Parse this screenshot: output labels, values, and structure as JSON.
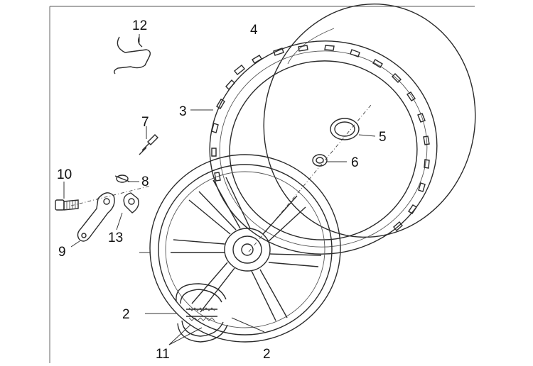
{
  "colors": {
    "line": "#2b2b2b",
    "background": "#ffffff",
    "label": "#111111"
  },
  "labels": [
    {
      "id": "callout-4",
      "text": "4"
    },
    {
      "id": "callout-12",
      "text": "12"
    },
    {
      "id": "callout-3",
      "text": "3"
    },
    {
      "id": "callout-5",
      "text": "5"
    },
    {
      "id": "callout-7",
      "text": "7"
    },
    {
      "id": "callout-6",
      "text": "6"
    },
    {
      "id": "callout-10",
      "text": "10"
    },
    {
      "id": "callout-8",
      "text": "8"
    },
    {
      "id": "callout-9",
      "text": "9"
    },
    {
      "id": "callout-13",
      "text": "13"
    },
    {
      "id": "callout-2a",
      "text": "2"
    },
    {
      "id": "callout-11",
      "text": "11"
    },
    {
      "id": "callout-2b",
      "text": "2"
    }
  ]
}
